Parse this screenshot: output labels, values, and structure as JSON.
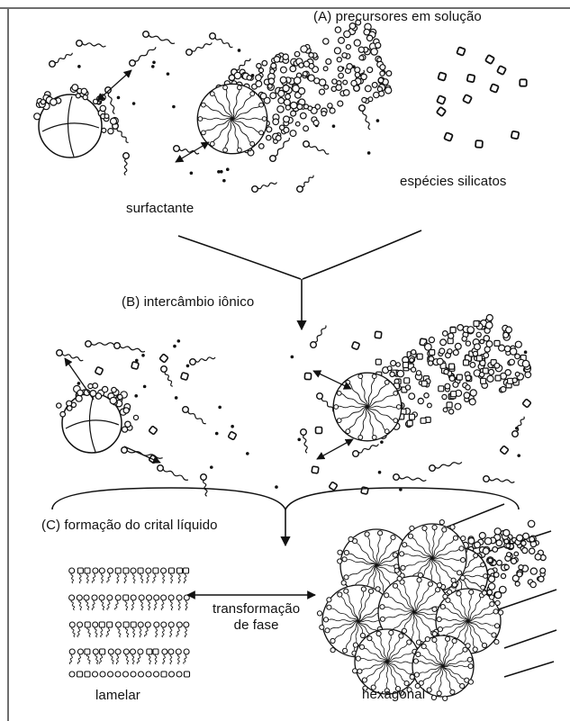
{
  "labels": {
    "stage_a": "(A) precursores em solução",
    "surfactant": "surfactante",
    "silicates": "espécies silicatos",
    "stage_b": "(B) intercâmbio iônico",
    "stage_c": "(C) formação do crital líquido",
    "phase_transform_line1": "transformação",
    "phase_transform_line2": "de fase",
    "lamellar": "lamelar",
    "hexagonal": "hexagonal"
  },
  "colors": {
    "ink": "#111111",
    "frame": "#6e6e6e",
    "background": "#ffffff"
  }
}
